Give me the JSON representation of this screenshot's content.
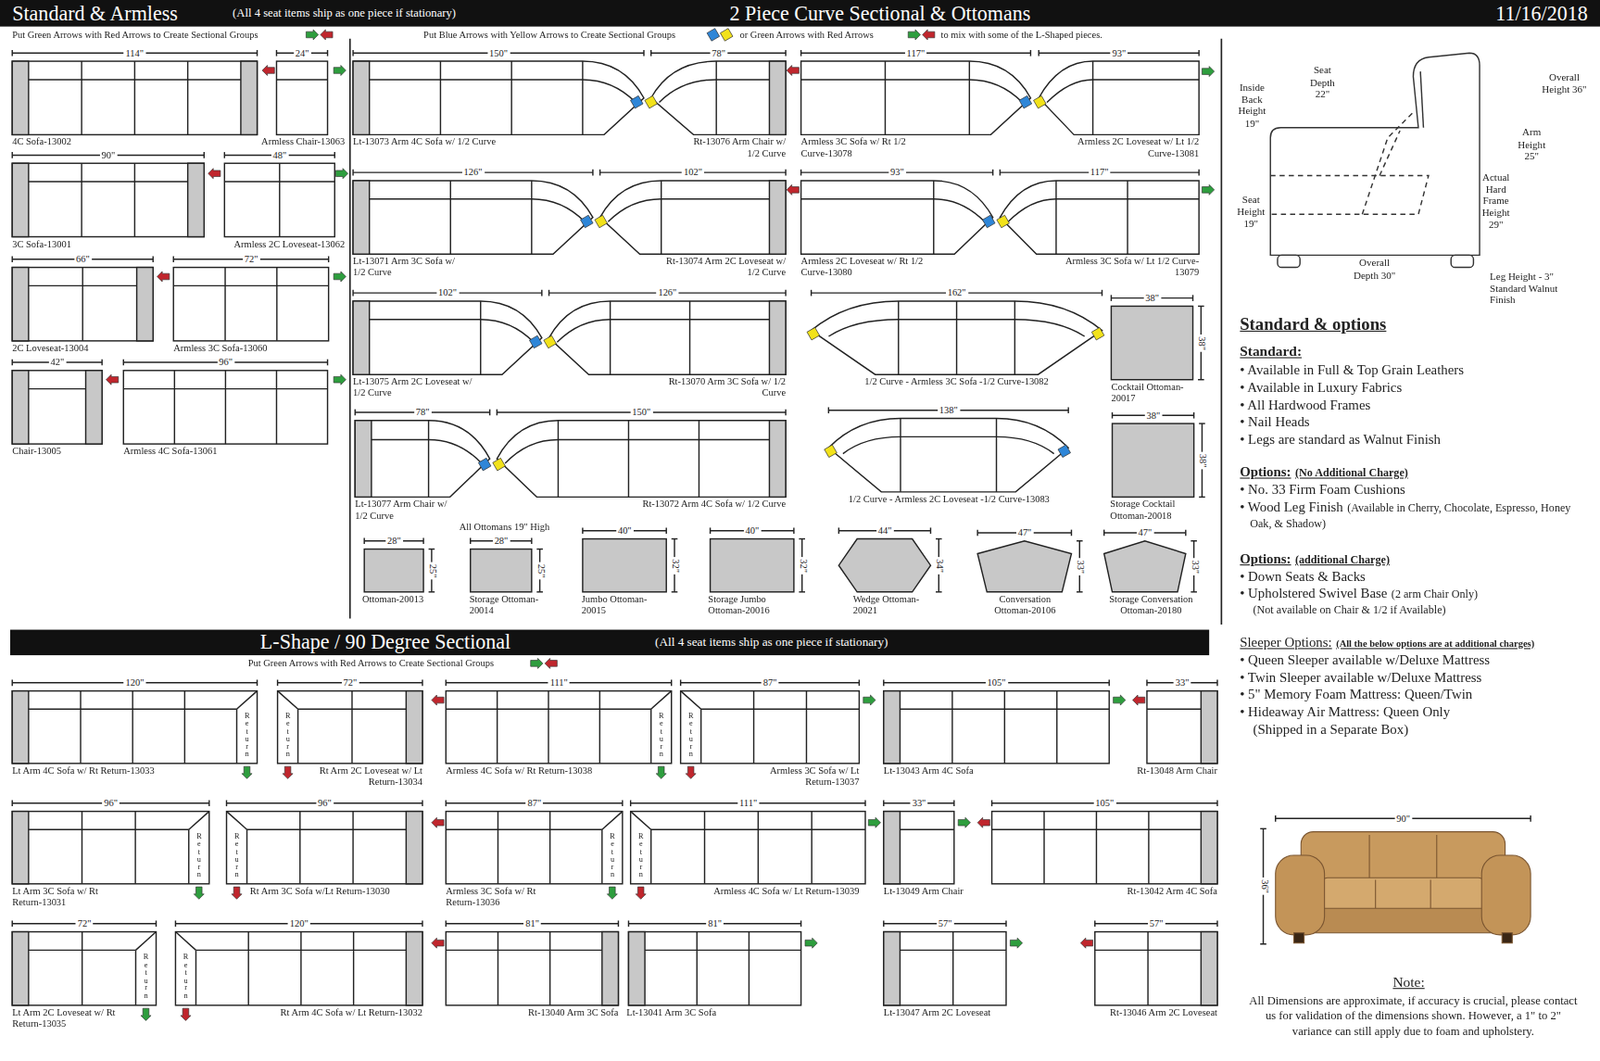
{
  "diagram": {
    "nodes": [
      {
        "text": [
          "Standard & Armless",
          "(All 4 seat items ship as one piece if stationary)",
          "2 Piece Curve Sectional & Ottomans",
          "11/16/2018"
        ]
      },
      {
        "text": [
          "L-Shape / 90 Degree Sectional",
          "(All 4 seat items ship as one piece if stationary)"
        ]
      }
    ],
    "labels": [
      "Put Green Arrows with Red Arrows to Create Sectional Groups",
      "Put Blue Arrows with Yellow Arrows to Create Sectional Groups",
      "or Green Arrows with Red Arrows",
      "to mix with some of the L-Shaped pieces.",
      "114\"",
      "4C Sofa-13002",
      "24\"",
      "Armless Chair-13063",
      "90\"",
      "3C Sofa-13001",
      "48\"",
      "Armless 2C Loveseat-13062",
      "66\"",
      "2C Loveseat-13004",
      "72\"",
      "Armless 3C Sofa-13060",
      "42\"",
      "Chair-13005",
      "96\"",
      "Armless 4C Sofa-13061",
      "150\"",
      "Lt-13073 Arm 4C Sofa w/ 1/2 Curve",
      "78\"",
      "Rt-13076 Arm Chair w/ 1/2 Curve",
      "117\"",
      "Armless 3C Sofa w/ Rt 1/2 Curve-13078",
      "93\"",
      "Armless 2C Loveseat w/ Lt 1/2 Curve-13081",
      "126\"",
      "Lt-13071 Arm 3C Sofa w/ 1/2 Curve",
      "102\"",
      "Rt-13074 Arm 2C Loveseat w/ 1/2 Curve",
      "93\"",
      "Armless 2C Loveseat w/ Rt 1/2 Curve-13080",
      "117\"",
      "Armless 3C Sofa w/ Lt 1/2 Curve-13079",
      "102\"",
      "Lt-13075 Arm 2C Loveseat w/ 1/2 Curve",
      "126\"",
      "Rt-13070 Arm 3C Sofa w/ 1/2 Curve",
      "162\"",
      "1/2 Curve - Armless 3C Sofa -1/2 Curve-13082",
      "38\"",
      "38\"",
      "Cocktail Ottoman-20017",
      "78\"",
      "Lt-13077 Arm Chair w/ 1/2 Curve",
      "150\"",
      "Rt-13072 Arm 4C Sofa w/ 1/2 Curve",
      "138\"",
      "1/2 Curve - Armless 2C Loveseat -1/2 Curve-13083",
      "38\"",
      "38\"",
      "Storage Cocktail Ottoman-20018",
      "All Ottomans 19\" High",
      "28\"",
      "25\"",
      "Ottoman-20013",
      "28\"",
      "25\"",
      "Storage Ottoman-20014",
      "40\"",
      "32\"",
      "Jumbo Ottoman-20015",
      "40\"",
      "32\"",
      "Storage Jumbo Ottoman-20016",
      "44\"",
      "34\"",
      "Wedge Ottoman-20021",
      "47\"",
      "33\"",
      "Conversation Ottoman-20106",
      "47\"",
      "33\"",
      "Storage Conversation Ottoman-20180",
      "Inside Back Height 19\"",
      "Seat Depth 22\"",
      "Overall Height 36\"",
      "Arm Height 25\"",
      "Seat Height 19\"",
      "Actual Hard Frame Height 29\"",
      "Overall Depth 30\"",
      "Leg Height - 3\" Standard Walnut Finish",
      "Standard & options",
      "Standard:",
      "• Available in Full & Top Grain Leathers",
      "• Available in Luxury Fabrics",
      "• All Hardwood Frames",
      "• Nail Heads",
      "• Legs are standard as Walnut Finish",
      "Options:",
      "(No Additional Charge)",
      "• No. 33 Firm Foam Cushions",
      "• Wood Leg Finish",
      "(Available in Cherry, Chocolate, Espresso, Honey Oak, & Shadow)",
      "Options:",
      "(additional Charge)",
      "• Down Seats & Backs",
      "• Upholstered Swivel Base",
      "(2 arm Chair Only)",
      "(Not available on Chair & 1/2 if Available)",
      "Sleeper Options:",
      "(All the below options are at additional charges)",
      "• Queen Sleeper available w/Deluxe Mattress",
      "• Twin Sleeper available w/Deluxe Mattress",
      "• 5\" Memory Foam Mattress: Queen/Twin",
      "• Hideaway Air Mattress: Queen Only",
      "(Shipped in a Separate Box)",
      "90\"",
      "36\"",
      "Note:",
      "All Dimensions are approximate, if accuracy is crucial, please contact us for validation of the dimensions shown. However, a 1\" to 2\" variance can still apply due to foam and upholstery.",
      "Put Green Arrows with Red Arrows to Create Sectional Groups",
      "120\"",
      "Return",
      "Lt Arm 4C Sofa w/ Rt Return-13033",
      "72\"",
      "Return",
      "Rt Arm 2C Loveseat w/ Lt Return-13034",
      "111\"",
      "Return",
      "Armless 4C Sofa w/ Rt Return-13038",
      "87\"",
      "Return",
      "Armless 3C Sofa w/ Lt Return-13037",
      "105\"",
      "Lt-13043 Arm 4C Sofa",
      "33\"",
      "Rt-13048 Arm Chair",
      "96\"",
      "Return",
      "Lt Arm 3C Sofa w/ Rt Return-13031",
      "96\"",
      "Return",
      "Rt Arm 3C Sofa w/Lt Return-13030",
      "87\"",
      "Return",
      "Armless 3C Sofa w/ Rt Return-13036",
      "111\"",
      "Return",
      "Armless 4C Sofa w/ Lt Return-13039",
      "33\"",
      "Lt-13049 Arm Chair",
      "105\"",
      "Rt-13042 Arm 4C Sofa",
      "72\"",
      "Return",
      "Lt Arm 2C Loveseat w/ Rt Return-13035",
      "120\"",
      "Return",
      "Rt Arm 4C Sofa w/ Lt Return-13032",
      "81\"",
      "Rt-13040 Arm 3C Sofa",
      "81\"",
      "Lt-13041 Arm 3C Sofa",
      "57\"",
      "Lt-13047 Arm 2C Loveseat",
      "57\"",
      "Rt-13046 Arm 2C Loveseat"
    ]
  }
}
